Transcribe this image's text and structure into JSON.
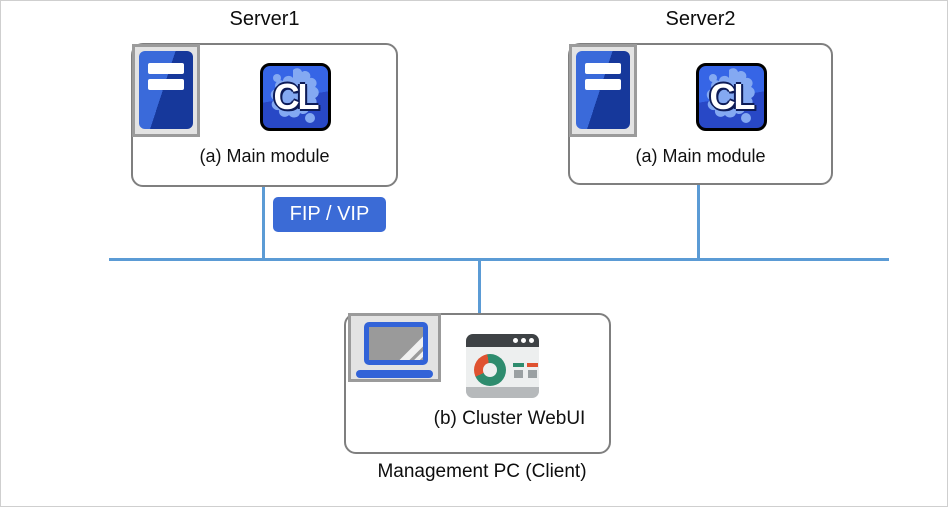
{
  "canvas": {
    "background": "#ffffff",
    "border_color": "#cfcfcf"
  },
  "colors": {
    "network_line": "#5b9bd5",
    "box_border": "#7f7f7f",
    "badge_background": "#3b6bd6",
    "server_tower_blue_light": "#3a6ada",
    "server_tower_blue_dark": "#16389b",
    "cl_icon_blue_light": "#3665e6",
    "cl_icon_blue_dark": "#2848c6",
    "cl_blob_blue": "#84a9f2",
    "laptop_blue": "#3263d8",
    "webui_teal": "#2e8c6e",
    "webui_red": "#df5230"
  },
  "nodes": {
    "server1": {
      "title": "Server1",
      "module_label": "(a) Main module"
    },
    "server2": {
      "title": "Server2",
      "module_label": "(a) Main module"
    },
    "management_pc": {
      "module_label": "(b) Cluster WebUI",
      "caption": "Management PC (Client)"
    }
  },
  "badge": {
    "label": "FIP / VIP"
  },
  "icons": {
    "cl_logo_text": "CL",
    "server_tower": "server-tower-icon",
    "laptop": "laptop-icon",
    "webui_browser": "browser-dashboard-icon"
  }
}
